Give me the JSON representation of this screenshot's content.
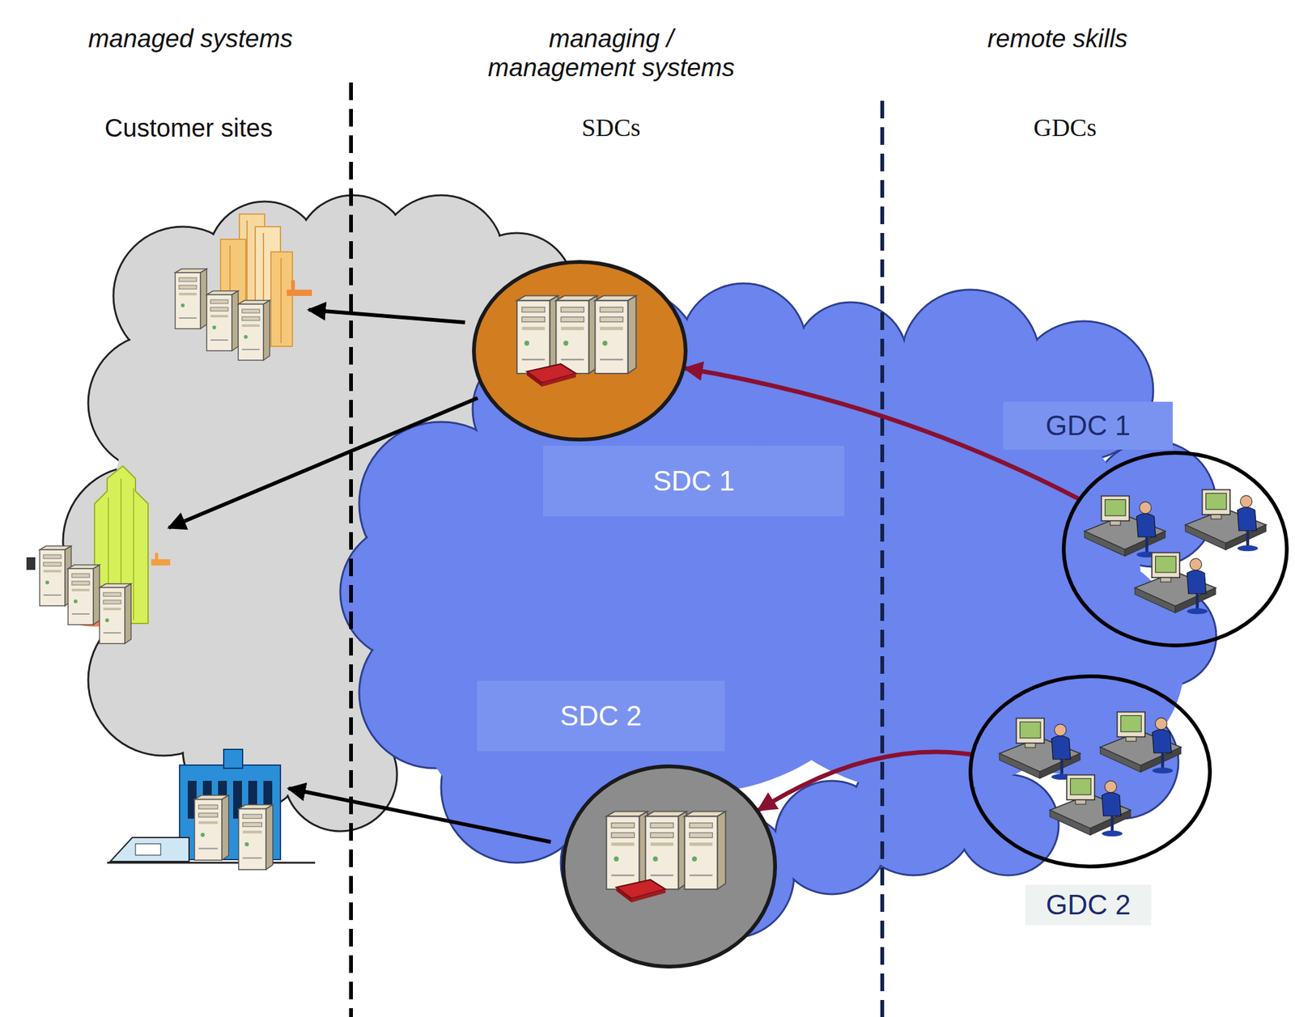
{
  "diagram": {
    "nodes": [
      {
        "text": [
          "SDC 1"
        ]
      },
      {
        "text": [
          "SDC 2"
        ]
      },
      {
        "text": [
          "GDC 1"
        ]
      },
      {
        "text": [
          "GDC 2"
        ]
      }
    ],
    "edges": [
      {
        "from": 2,
        "to": 0,
        "arrow": "to"
      },
      {
        "from": 3,
        "to": 1,
        "arrow": "to"
      }
    ],
    "labels": [
      "managed systems",
      "managing / management systems",
      "remote skills",
      "Customer sites",
      "SDCs",
      "GDCs"
    ]
  }
}
